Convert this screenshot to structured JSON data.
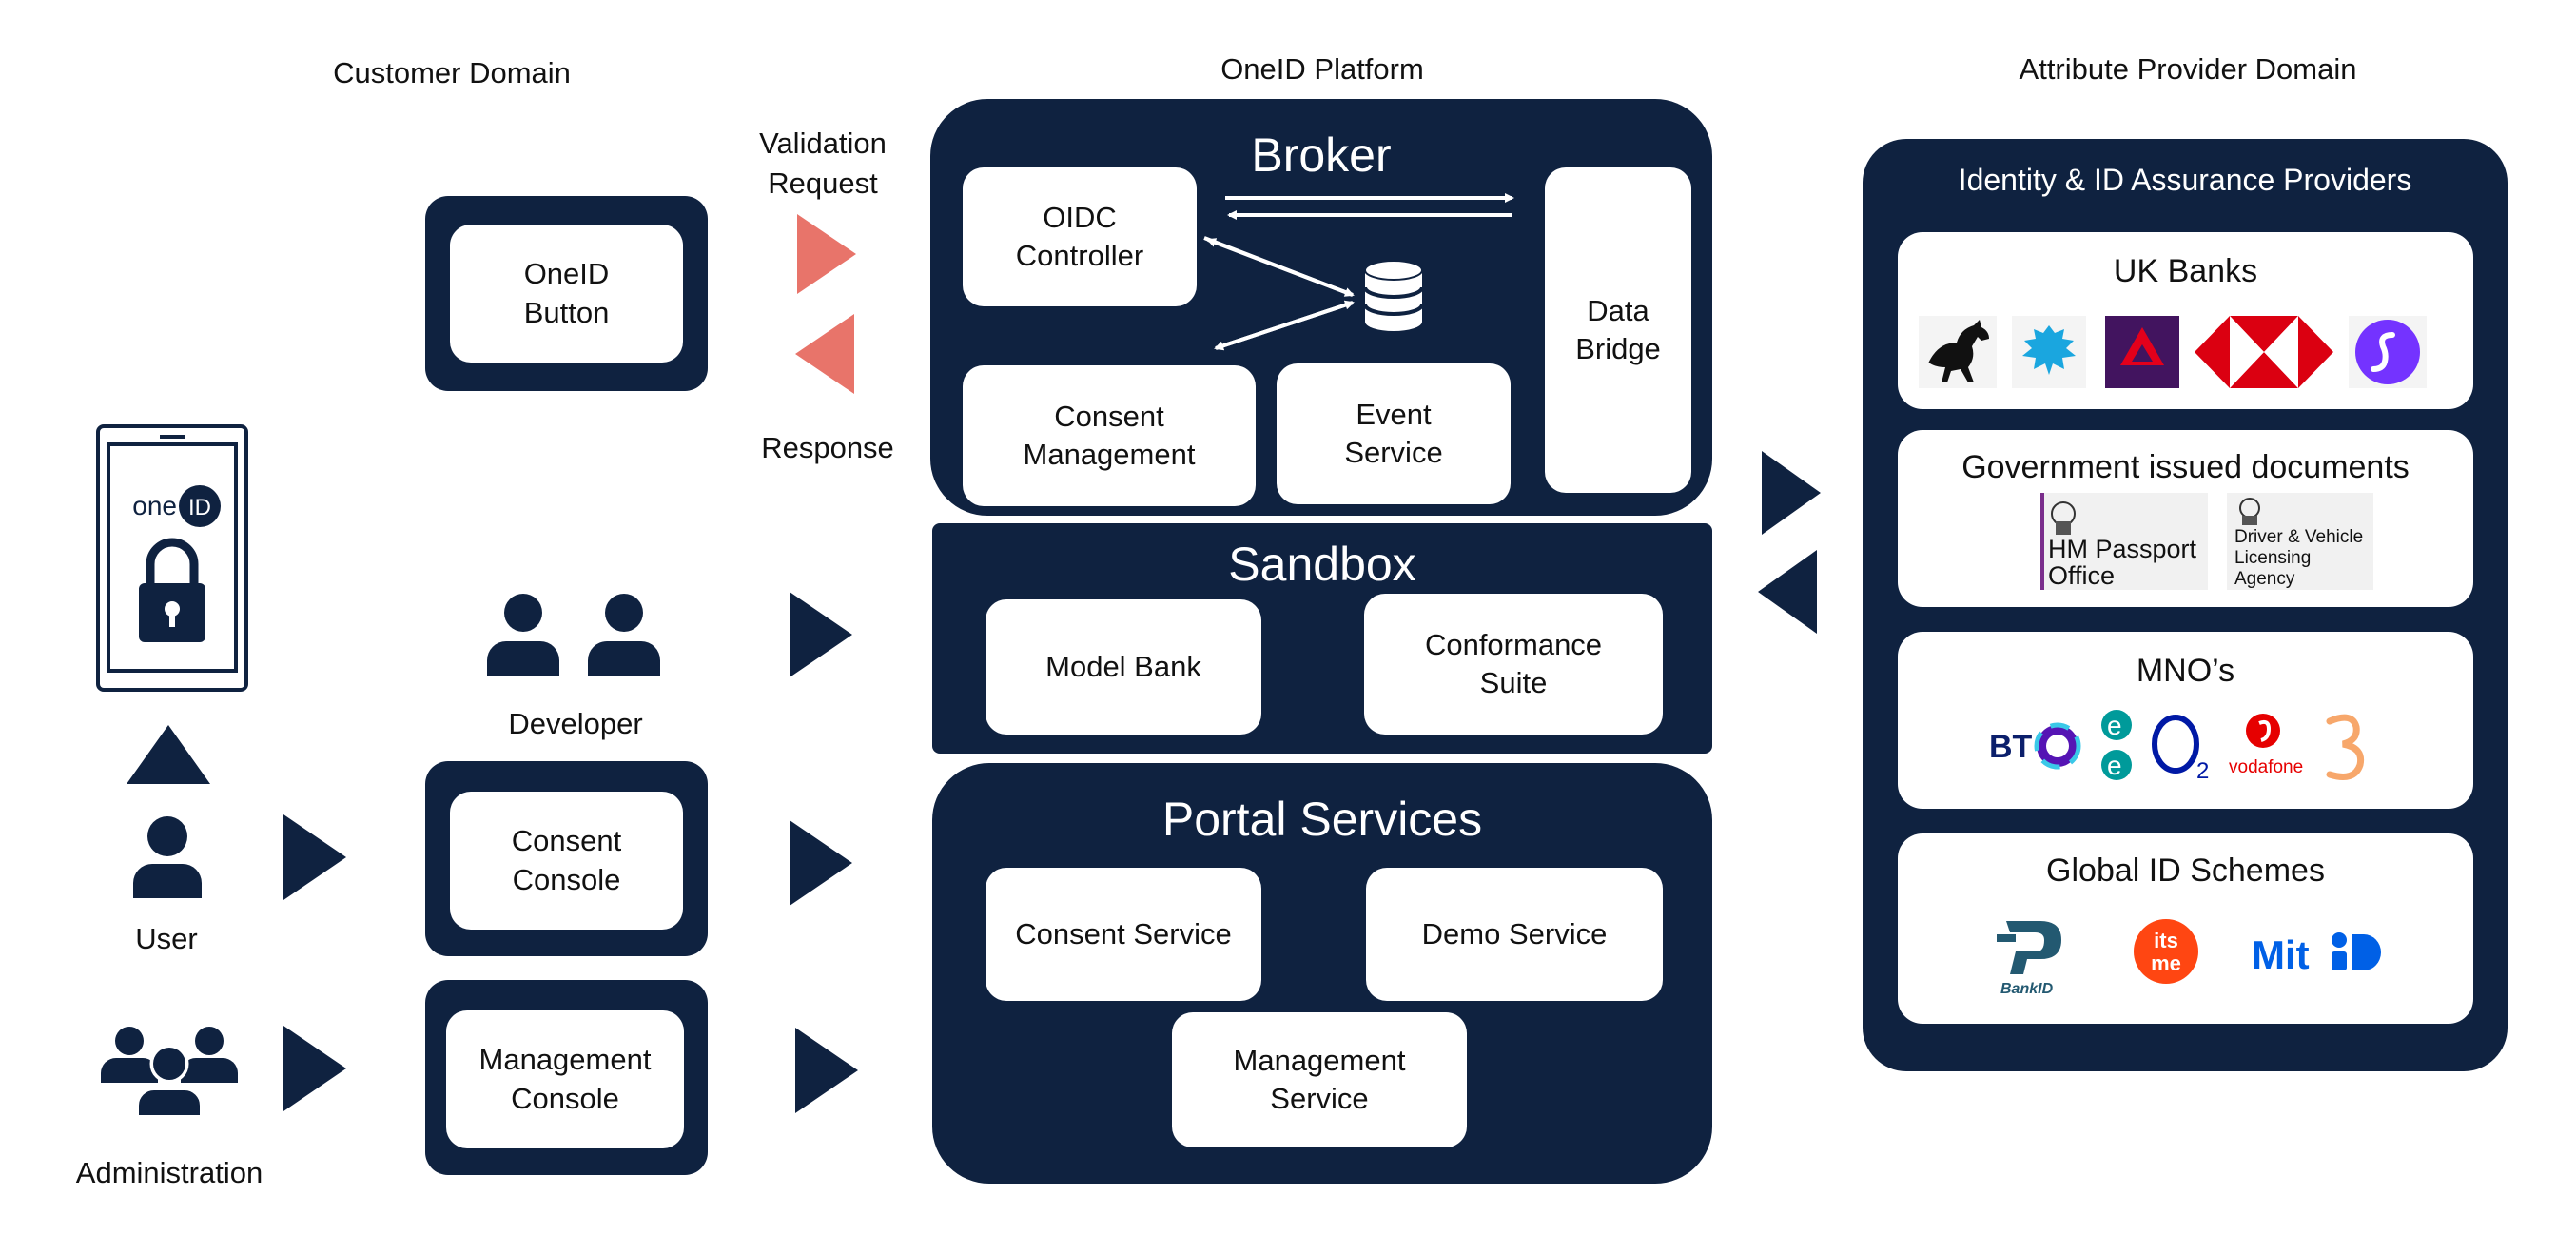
{
  "headers": {
    "customer_domain": "Customer Domain",
    "platform": "OneID Platform",
    "attribute_domain": "Attribute Provider Domain"
  },
  "customer": {
    "oneid_button": "OneID\nButton",
    "consent_console": "Consent\nConsole",
    "management_console": "Management\nConsole",
    "developer_label": "Developer",
    "user_label": "User",
    "administration_label": "Administration",
    "phone_logo_text": "oneID"
  },
  "flow": {
    "validation_request": "Validation\nRequest",
    "response": "Response"
  },
  "broker": {
    "title": "Broker",
    "oidc_controller": "OIDC\nController",
    "consent_management": "Consent\nManagement",
    "event_service": "Event\nService",
    "data_bridge": "Data\nBridge"
  },
  "sandbox": {
    "title": "Sandbox",
    "model_bank": "Model Bank",
    "conformance_suite": "Conformance\nSuite"
  },
  "portal": {
    "title": "Portal Services",
    "consent_service": "Consent Service",
    "demo_service": "Demo Service",
    "management_service": "Management\nService"
  },
  "providers": {
    "title": "Identity & ID Assurance Providers",
    "uk_banks": "UK Banks",
    "gov_docs": "Government issued documents",
    "gov_logos": {
      "passport": "HM Passport\nOffice",
      "dvla": "Driver & Vehicle\nLicensing\nAgency"
    },
    "mno": "MNO’s",
    "mno_logos": {
      "bt": "BT",
      "o2": "O2",
      "vodafone": "vodafone"
    },
    "global_id": "Global ID Schemes",
    "global_logos": {
      "bankid": "BankID",
      "itsme": "its me",
      "mitid": "Mit ID"
    }
  },
  "colors": {
    "navy": "#0f2240",
    "arrow_red": "#e8746a",
    "arrow_dark": "#0f2240"
  }
}
